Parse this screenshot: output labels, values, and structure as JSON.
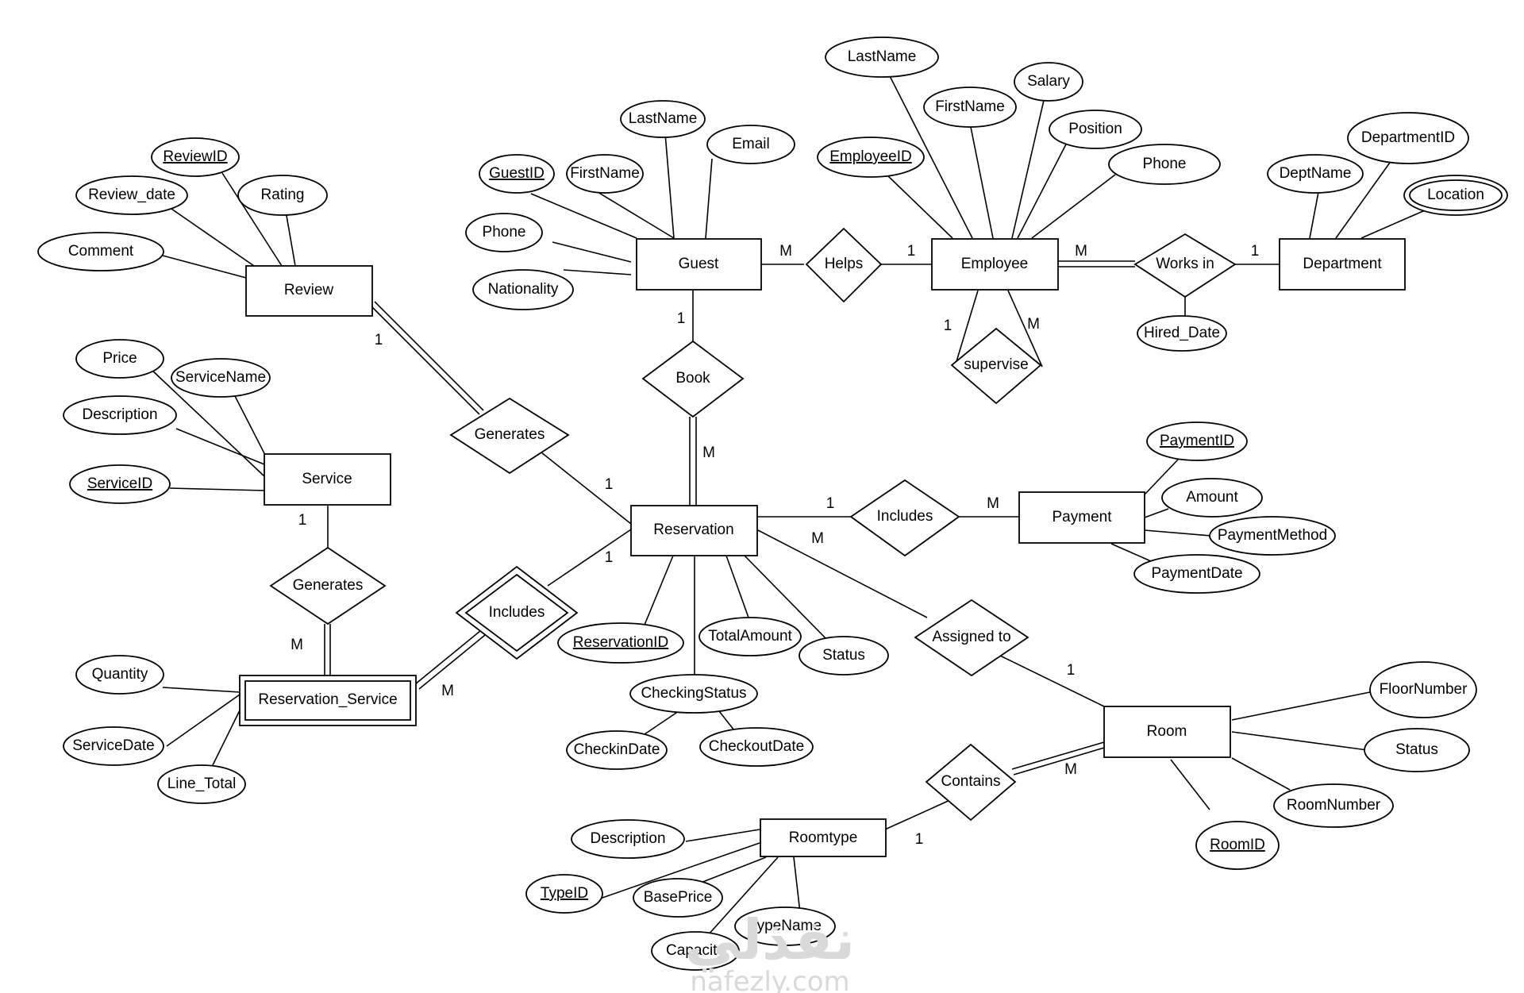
{
  "entities": {
    "guest": "Guest",
    "employee": "Employee",
    "department": "Department",
    "review": "Review",
    "service": "Service",
    "reservation": "Reservation",
    "payment": "Payment",
    "reservation_service": "Reservation_Service",
    "room": "Room",
    "roomtype": "Roomtype"
  },
  "relationships": {
    "helps": "Helps",
    "works_in": "Works in",
    "supervise": "supervise",
    "book": "Book",
    "generates_review": "Generates",
    "generates_service": "Generates",
    "includes_payment": "Includes",
    "includes_service": "Includes",
    "assigned_to": "Assigned to",
    "contains": "Contains"
  },
  "attributes": {
    "guest": {
      "last_name": "LastName",
      "email": "Email",
      "guest_id": "GuestID",
      "first_name": "FirstName",
      "phone": "Phone",
      "nationality": "Nationality"
    },
    "employee": {
      "last_name": "LastName",
      "first_name": "FirstName",
      "salary": "Salary",
      "position": "Position",
      "employee_id": "EmployeeID",
      "phone": "Phone"
    },
    "department": {
      "department_id": "DepartmentID",
      "dept_name": "DeptName",
      "location": "Location"
    },
    "works_in": {
      "hired_date": "Hired_Date"
    },
    "review": {
      "review_id": "ReviewID",
      "review_date": "Review_date",
      "rating": "Rating",
      "comment": "Comment"
    },
    "service": {
      "price": "Price",
      "service_name": "ServiceName",
      "description": "Description",
      "service_id": "ServiceID"
    },
    "payment": {
      "payment_id": "PaymentID",
      "amount": "Amount",
      "payment_method": "PaymentMethod",
      "payment_date": "PaymentDate"
    },
    "reservation": {
      "reservation_id": "ReservationID",
      "total_amount": "TotalAmount",
      "status": "Status",
      "checking_status": "CheckingStatus",
      "checkin_date": "CheckinDate",
      "checkout_date": "CheckoutDate"
    },
    "reservation_service": {
      "quantity": "Quantity",
      "service_date": "ServiceDate",
      "line_total": "Line_Total"
    },
    "room": {
      "floor_number": "FloorNumber",
      "status": "Status",
      "room_number": "RoomNumber",
      "room_id": "RoomID"
    },
    "roomtype": {
      "description": "Description",
      "type_id": "TypeID",
      "base_price": "BasePrice",
      "type_name": "TypeName",
      "capacity": "Capacity"
    }
  },
  "cardinalities": {
    "guest_helps": "M",
    "helps_employee": "1",
    "employee_works_in": "M",
    "works_in_department": "1",
    "supervise_left": "1",
    "supervise_right": "M",
    "guest_book": "1",
    "book_reservation": "M",
    "review_generates": "1",
    "generates_reservation": "1",
    "reservation_includes_payment": "1",
    "includes_payment": "M",
    "reservation_assigned": "M",
    "assigned_room": "1",
    "service_generates": "1",
    "generates_res_service": "M",
    "includes_reservation": "1",
    "res_service_includes": "M",
    "room_contains": "M",
    "contains_roomtype": "1"
  },
  "watermark": {
    "arabic": "نفذلي",
    "site": "nafezly.com"
  }
}
